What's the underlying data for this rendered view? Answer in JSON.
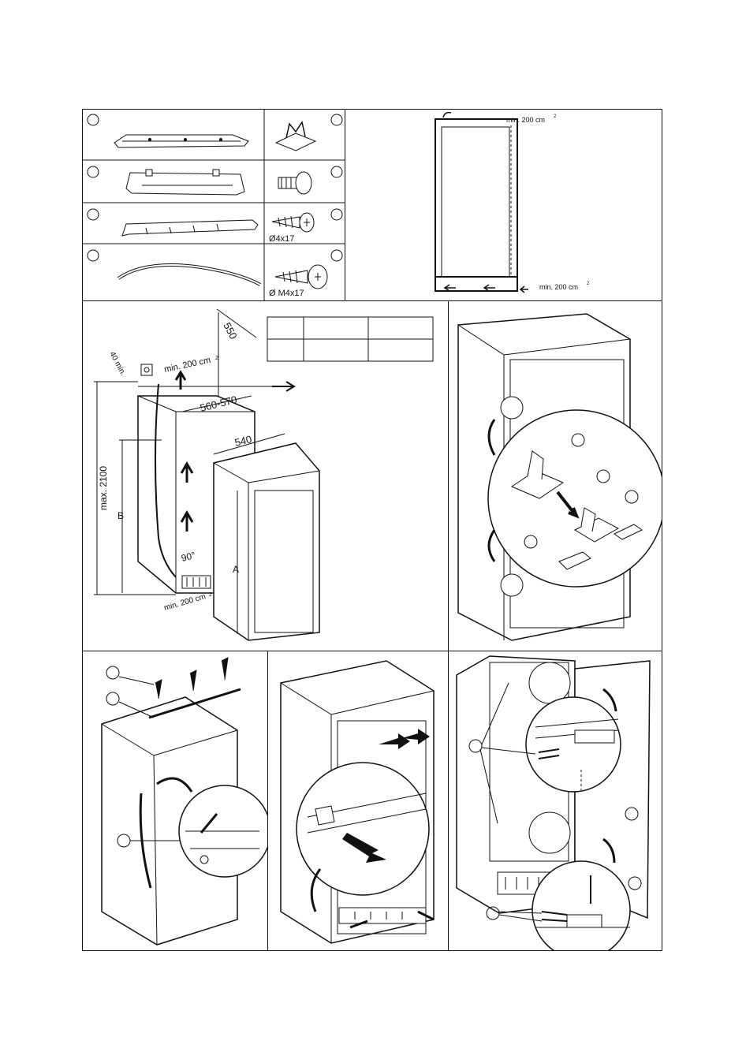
{
  "parts": {
    "screw_small_label": "Ø4x17",
    "screw_large_label": "Ø M4x17"
  },
  "ventilation": {
    "top_label": "min. 200 cm",
    "top_sup": "2",
    "bottom_label": "min. 200 cm",
    "bottom_sup": "2"
  },
  "dimensions": {
    "gap_top": "40 min.",
    "vent_top": "min. 200 cm",
    "vent_top_sup": "2",
    "depth": "550",
    "width_niche": "560-570",
    "width_unit": "540",
    "height_max": "max. 2100",
    "label_b": "B",
    "label_a": "A",
    "angle": "90°",
    "vent_bottom": "min. 200 cm",
    "vent_bottom_sup": "2"
  },
  "colors": {
    "ink": "#111111",
    "paper": "#ffffff"
  }
}
